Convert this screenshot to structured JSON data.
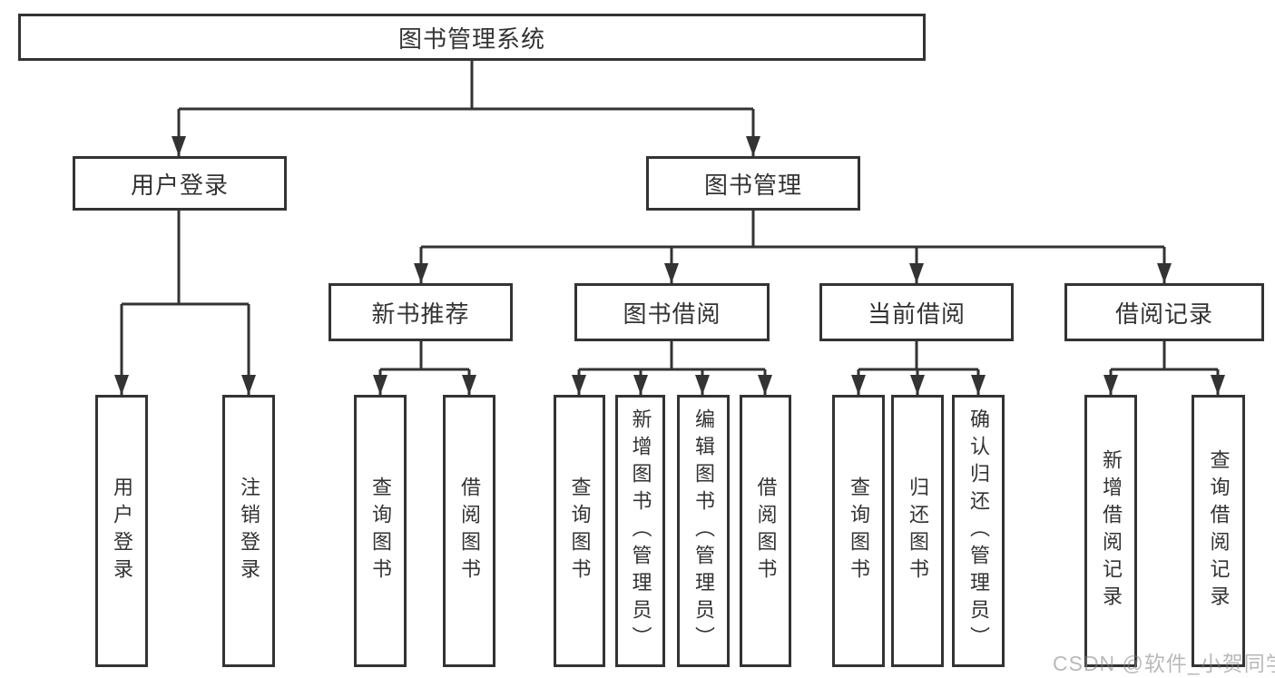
{
  "tree": {
    "root": {
      "label": "图书管理系统"
    },
    "branches": [
      {
        "label": "用户登录",
        "children": [
          {
            "label": "用户登录"
          },
          {
            "label": "注销登录"
          }
        ]
      },
      {
        "label": "图书管理",
        "children": [
          {
            "label": "新书推荐",
            "children": [
              {
                "label": "查询图书"
              },
              {
                "label": "借阅图书"
              }
            ]
          },
          {
            "label": "图书借阅",
            "children": [
              {
                "label": "查询图书"
              },
              {
                "label": "新增图书（管理员）"
              },
              {
                "label": "编辑图书（管理员）"
              },
              {
                "label": "借阅图书"
              }
            ]
          },
          {
            "label": "当前借阅",
            "children": [
              {
                "label": "查询图书"
              },
              {
                "label": "归还图书"
              },
              {
                "label": "确认归还（管理员）"
              }
            ]
          },
          {
            "label": "借阅记录",
            "children": [
              {
                "label": "新增借阅记录"
              },
              {
                "label": "查询借阅记录"
              }
            ]
          }
        ]
      }
    ]
  },
  "colors": {
    "line": "#333333",
    "box_border": "#333333",
    "text": "#333333",
    "watermark": "#c5c5c5"
  },
  "watermark": "CSDN @软件_小贺同学"
}
